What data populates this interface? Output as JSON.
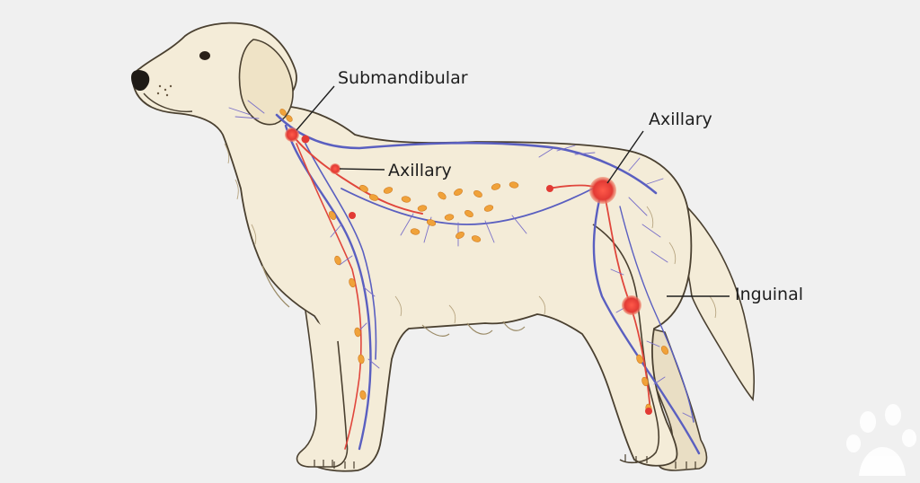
{
  "labels": {
    "submandibular": "Submandibular",
    "axillary_front": "Axillary",
    "axillary_rear": "Axillary",
    "inguinal": "Inguinal"
  },
  "colors": {
    "background": "#f0f0f0",
    "fur": "#f4ecd8",
    "fur_shade": "#e4d6b8",
    "outline": "#4a4030",
    "vessel_blue": "#5a5fc0",
    "vessel_red": "#e0463c",
    "node_orange": "#f0a23a",
    "node_red": "#e23a34",
    "paw_watermark": "#ffffff"
  },
  "icons": {
    "watermark": "paw-print-icon"
  }
}
